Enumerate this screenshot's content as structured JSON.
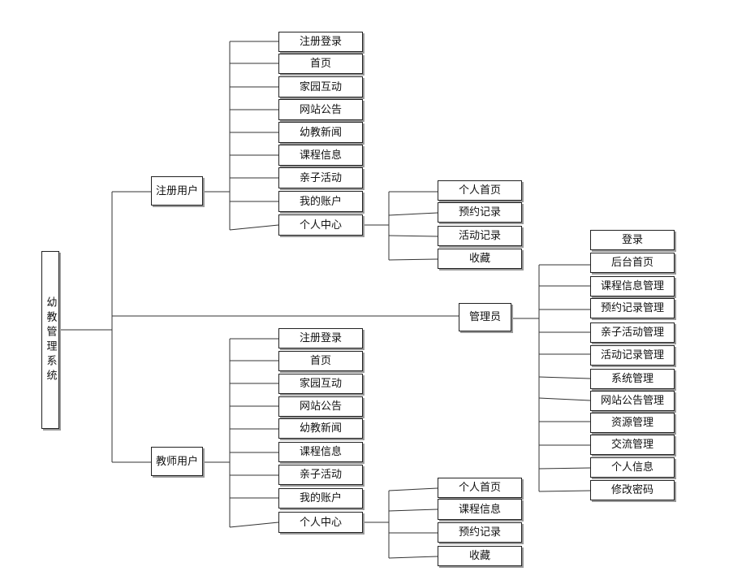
{
  "root": {
    "label": "幼教管理系统"
  },
  "registered_user": {
    "label": "注册用户",
    "items": [
      "注册登录",
      "首页",
      "家园互动",
      "网站公告",
      "幼教新闻",
      "课程信息",
      "亲子活动",
      "我的账户",
      "个人中心"
    ],
    "personal_center": {
      "items": [
        "个人首页",
        "预约记录",
        "活动记录",
        "收藏"
      ]
    }
  },
  "teacher_user": {
    "label": "教师用户",
    "items": [
      "注册登录",
      "首页",
      "家园互动",
      "网站公告",
      "幼教新闻",
      "课程信息",
      "亲子活动",
      "我的账户",
      "个人中心"
    ],
    "personal_center": {
      "items": [
        "个人首页",
        "课程信息",
        "预约记录",
        "收藏"
      ]
    }
  },
  "admin": {
    "label": "管理员",
    "items": [
      "登录",
      "后台首页",
      "课程信息管理",
      "预约记录管理",
      "亲子活动管理",
      "活动记录管理",
      "系统管理",
      "网站公告管理",
      "资源管理",
      "交流管理",
      "个人信息",
      "修改密码"
    ]
  }
}
